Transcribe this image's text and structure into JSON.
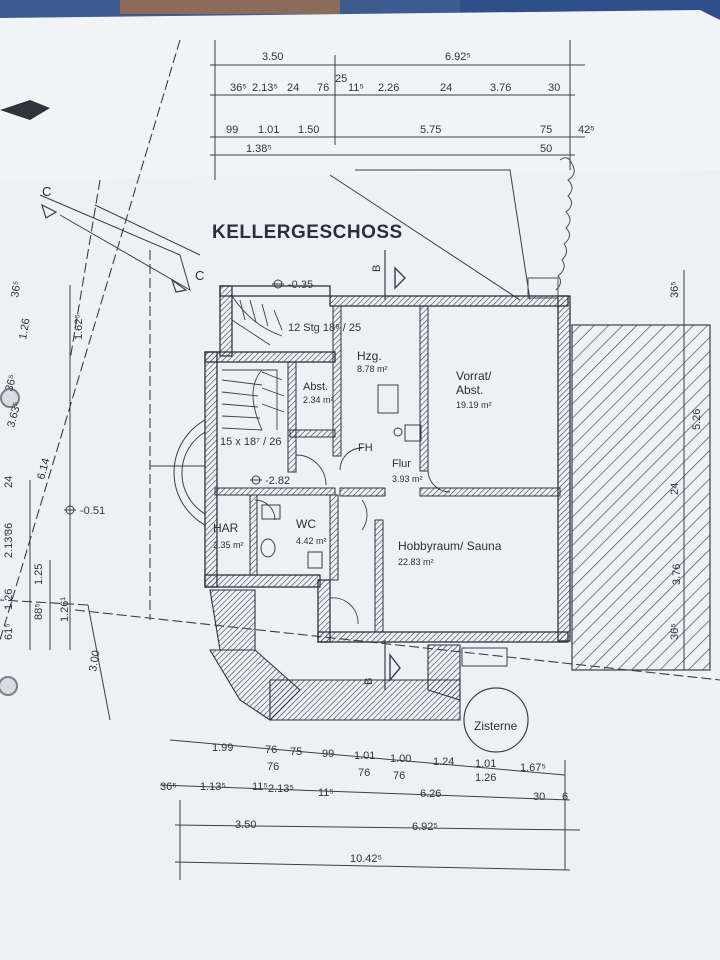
{
  "plan": {
    "title": "KELLERGESCHOSS",
    "section_marker": "B",
    "section_marker_c": "C",
    "levels": {
      "top_left_stair": "-0.35",
      "hall": "-2.82",
      "outside": "-0.51"
    },
    "stairs": {
      "upper": "12 Stg 18⁸ / 25",
      "lower": "15 x 18⁷ / 26"
    },
    "rooms": [
      {
        "name": "Hzg.",
        "area": "8.78 m²"
      },
      {
        "name": "Vorrat/",
        "name2": "Abst.",
        "area": "19.19 m²"
      },
      {
        "name": "Abst.",
        "area": "2.34 m²"
      },
      {
        "name": "Flur",
        "area": "3.93 m²"
      },
      {
        "name": "HAR",
        "area": "2.35 m²"
      },
      {
        "name": "WC",
        "area": "4.42 m²"
      },
      {
        "name": "Hobbyraum/ Sauna",
        "area": "22.83 m²"
      }
    ],
    "fh_label": "FH",
    "cistern": "Zisterne",
    "dims_top": {
      "row1": [
        "3.50",
        "6.92⁵"
      ],
      "row2": [
        "36⁵",
        "2.13⁵",
        "24",
        "76",
        "25",
        "11⁵",
        "2.26",
        "24",
        "3.76",
        "30"
      ],
      "row3": [
        "99",
        "1.01",
        "1.50",
        "5.75",
        "75",
        "42⁵"
      ],
      "row3b": [
        "1.38⁵",
        "50"
      ]
    },
    "dims_bottom": {
      "row1": [
        "1.99",
        "76",
        "75",
        "99",
        "1.01",
        "1.00",
        "1.24",
        "1.01",
        "1.67⁵"
      ],
      "row1b": [
        "76",
        "76",
        "76",
        "1.26"
      ],
      "row2": [
        "36⁵",
        "1.13⁵",
        "11⁵",
        "2.13⁵",
        "11⁵",
        "6.26",
        "30",
        "6"
      ],
      "row3": [
        "3.50",
        "6.92⁵"
      ],
      "row4": [
        "10.42⁵"
      ]
    },
    "dims_right": [
      "36⁵",
      "5.26",
      "24",
      "3.76",
      "36⁵"
    ],
    "dims_left": [
      "36⁵",
      "1.26",
      "1.62⁵",
      "36⁵",
      "3.63⁵",
      "6.14",
      "24",
      "36",
      "2.13⁵",
      "1.25",
      "1.26",
      "88⁵",
      "1.26¹",
      "61⁵",
      "3.00"
    ]
  },
  "colors": {
    "paper": "#f2f3f6",
    "ink": "#3a3e48",
    "hatch": "#5a5e68"
  }
}
